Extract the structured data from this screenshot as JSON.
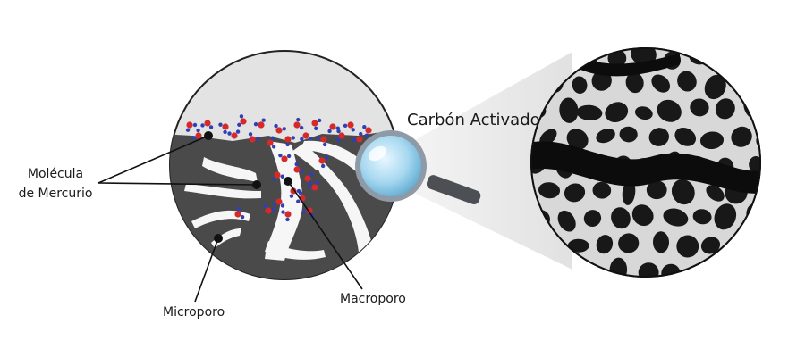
{
  "title": "Carbón Activado",
  "labels": {
    "molecule_line1": "Molécula",
    "molecule_line2": "de Mercurio",
    "micropore": "Microporo",
    "macropore": "Macroporo"
  },
  "colors": {
    "carbon": "#4a4a4a",
    "circle_bg": "#e3e3e3",
    "pore": "#f6f6f6",
    "oxygen_atom": "#d62a2a",
    "hydrogen_atom": "#2f3fb5",
    "lens_glass": "#9fd3ec",
    "lens_rim": "#8e9aa6",
    "handle": "#4c4f54",
    "sem_dark": "#181818",
    "sem_wall": "#d8d8d8",
    "beam": "#e8e8e8"
  },
  "icons": [
    "magnifying-glass-icon"
  ]
}
